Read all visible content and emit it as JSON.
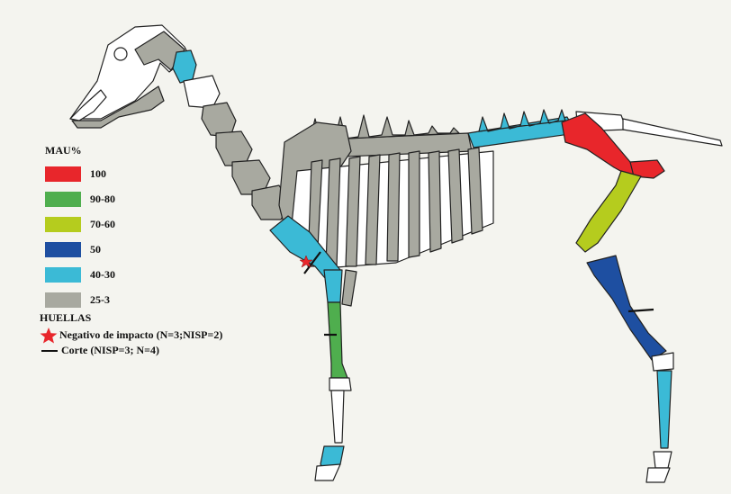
{
  "colors": {
    "mau_100": "#e8262b",
    "mau_90_80": "#4fae4e",
    "mau_70_60": "#b5cc1e",
    "mau_50": "#1e4fa1",
    "mau_40_30": "#3bbad6",
    "mau_25_3": "#a8a9a0",
    "bone_white": "#ffffff",
    "outline": "#222222"
  },
  "legend": {
    "title": "MAU%",
    "items": [
      {
        "label": "100",
        "color": "#e8262b"
      },
      {
        "label": "90-80",
        "color": "#4fae4e"
      },
      {
        "label": "70-60",
        "color": "#b5cc1e"
      },
      {
        "label": "50",
        "color": "#1e4fa1"
      },
      {
        "label": "40-30",
        "color": "#3bbad6"
      },
      {
        "label": "25-3",
        "color": "#a8a9a0"
      }
    ]
  },
  "marks": {
    "title": "HUELLAS",
    "impact_label": "Negativo de impacto (N=3;NISP=2)",
    "cut_label": "Corte (NISP=3; N=4)",
    "impact_icon": "star-icon",
    "cut_icon": "line-icon"
  }
}
